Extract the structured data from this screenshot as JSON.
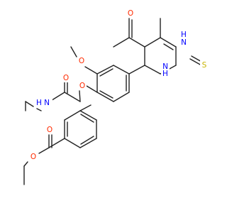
{
  "atom_labels": {
    "o_acetyl": "O",
    "nh_top": "H",
    "n_top": "N",
    "s_thione": "S",
    "nh_bottom": "H",
    "n_bottom": "N",
    "o_methoxy": "O",
    "o_ether": "O",
    "o_amide": "O",
    "n_amide": "N",
    "nh_amide": "H",
    "o_ester_carbonyl": "O",
    "o_ester_alkoxy": "O"
  },
  "colors": {
    "bond": "#222222",
    "oxygen": "#ff2a00",
    "nitrogen": "#0000ff",
    "sulfur": "#c8b400",
    "hydrogen": "#0000ff"
  }
}
